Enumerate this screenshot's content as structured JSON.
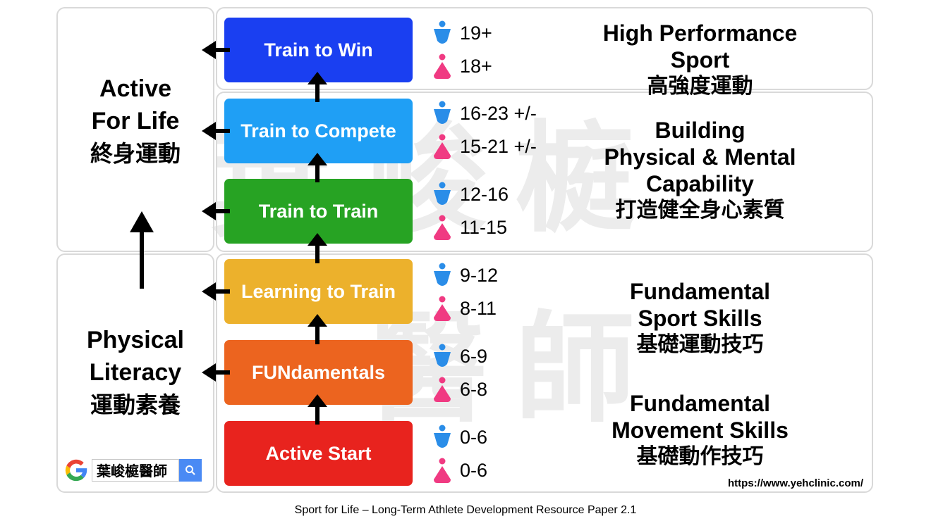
{
  "watermark": [
    "葉",
    "峻",
    "榳",
    "醫",
    "師"
  ],
  "stages": [
    {
      "label": "Train to Win",
      "color": "#1a3ff1",
      "male_age": "19+",
      "female_age": "18+"
    },
    {
      "label": "Train to Compete",
      "color": "#1f9ff5",
      "male_age": "16-23 +/-",
      "female_age": "15-21 +/-"
    },
    {
      "label": "Train to Train",
      "color": "#27a323",
      "male_age": "12-16",
      "female_age": "11-15"
    },
    {
      "label": "Learning to Train",
      "color": "#ecb12c",
      "male_age": "9-12",
      "female_age": "8-11"
    },
    {
      "label": "FUNdamentals",
      "color": "#ec641f",
      "male_age": "6-9",
      "female_age": "6-8"
    },
    {
      "label": "Active Start",
      "color": "#e8231e",
      "male_age": "0-6",
      "female_age": "0-6"
    }
  ],
  "descriptions": {
    "high_performance": {
      "en": "High Performance Sport",
      "zh": "高強度運動"
    },
    "building": {
      "en1": "Building",
      "en2": "Physical & Mental",
      "en3": "Capability",
      "zh": "打造健全身心素質"
    },
    "sport_skills": {
      "en1": "Fundamental",
      "en2": "Sport Skills",
      "zh": "基礎運動技巧"
    },
    "movement_skills": {
      "en1": "Fundamental",
      "en2": "Movement Skills",
      "zh": "基礎動作技巧"
    }
  },
  "side": {
    "active": {
      "en1": "Active",
      "en2": "For Life",
      "zh": "終身運動"
    },
    "literacy": {
      "en1": "Physical",
      "en2": "Literacy",
      "zh": "運動素養"
    }
  },
  "search": {
    "query": "葉峻榳醫師"
  },
  "url": "https://www.yehclinic.com/",
  "source": "Sport for Life – Long-Term Athlete Development Resource Paper 2.1",
  "colors": {
    "male": "#2a8de8",
    "female": "#f03a82"
  }
}
